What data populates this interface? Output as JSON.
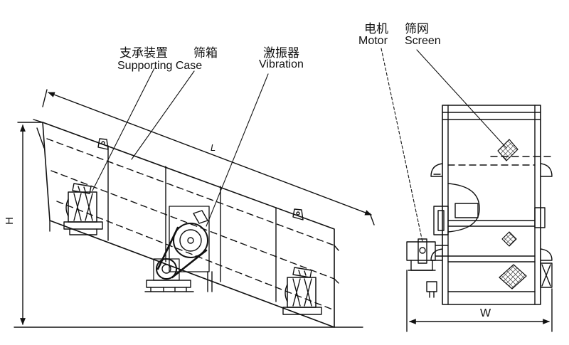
{
  "labels": {
    "support_cn": "支承装置",
    "screenbox_cn": "筛箱",
    "support_en": "Supporting Case",
    "vibrator_cn": "激振器",
    "vibrator_en": "Vibration",
    "motor_cn": "电机",
    "motor_en": "Motor",
    "screen_cn": "筛网",
    "screen_en": "Screen"
  },
  "dimensions": {
    "length": "L",
    "height": "H",
    "width": "W"
  },
  "colors": {
    "line": "#111111",
    "background": "#ffffff"
  }
}
